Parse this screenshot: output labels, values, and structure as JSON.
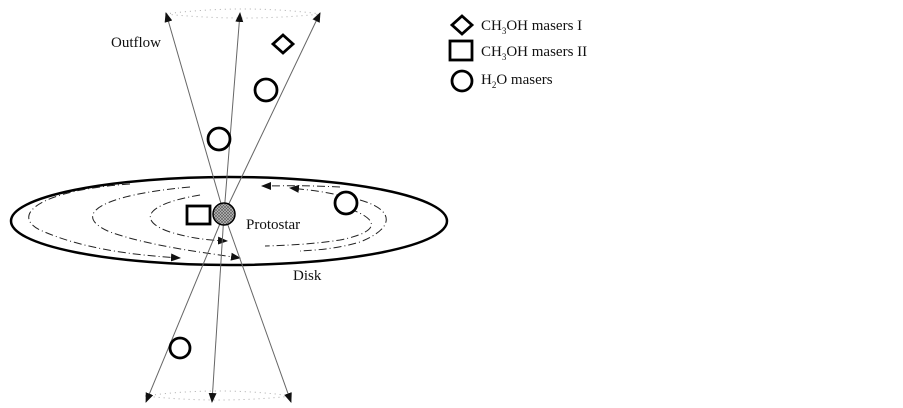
{
  "labels": {
    "outflow": "Outflow",
    "protostar": "Protostar",
    "disk": "Disk"
  },
  "legend": [
    {
      "symbol": "diamond",
      "pre": "CH",
      "sub": "3",
      "post": "OH masers I"
    },
    {
      "symbol": "square",
      "pre": "CH",
      "sub": "3",
      "post": "OH masers II"
    },
    {
      "symbol": "circle",
      "pre": "H",
      "sub": "2",
      "post": "O masers"
    }
  ]
}
